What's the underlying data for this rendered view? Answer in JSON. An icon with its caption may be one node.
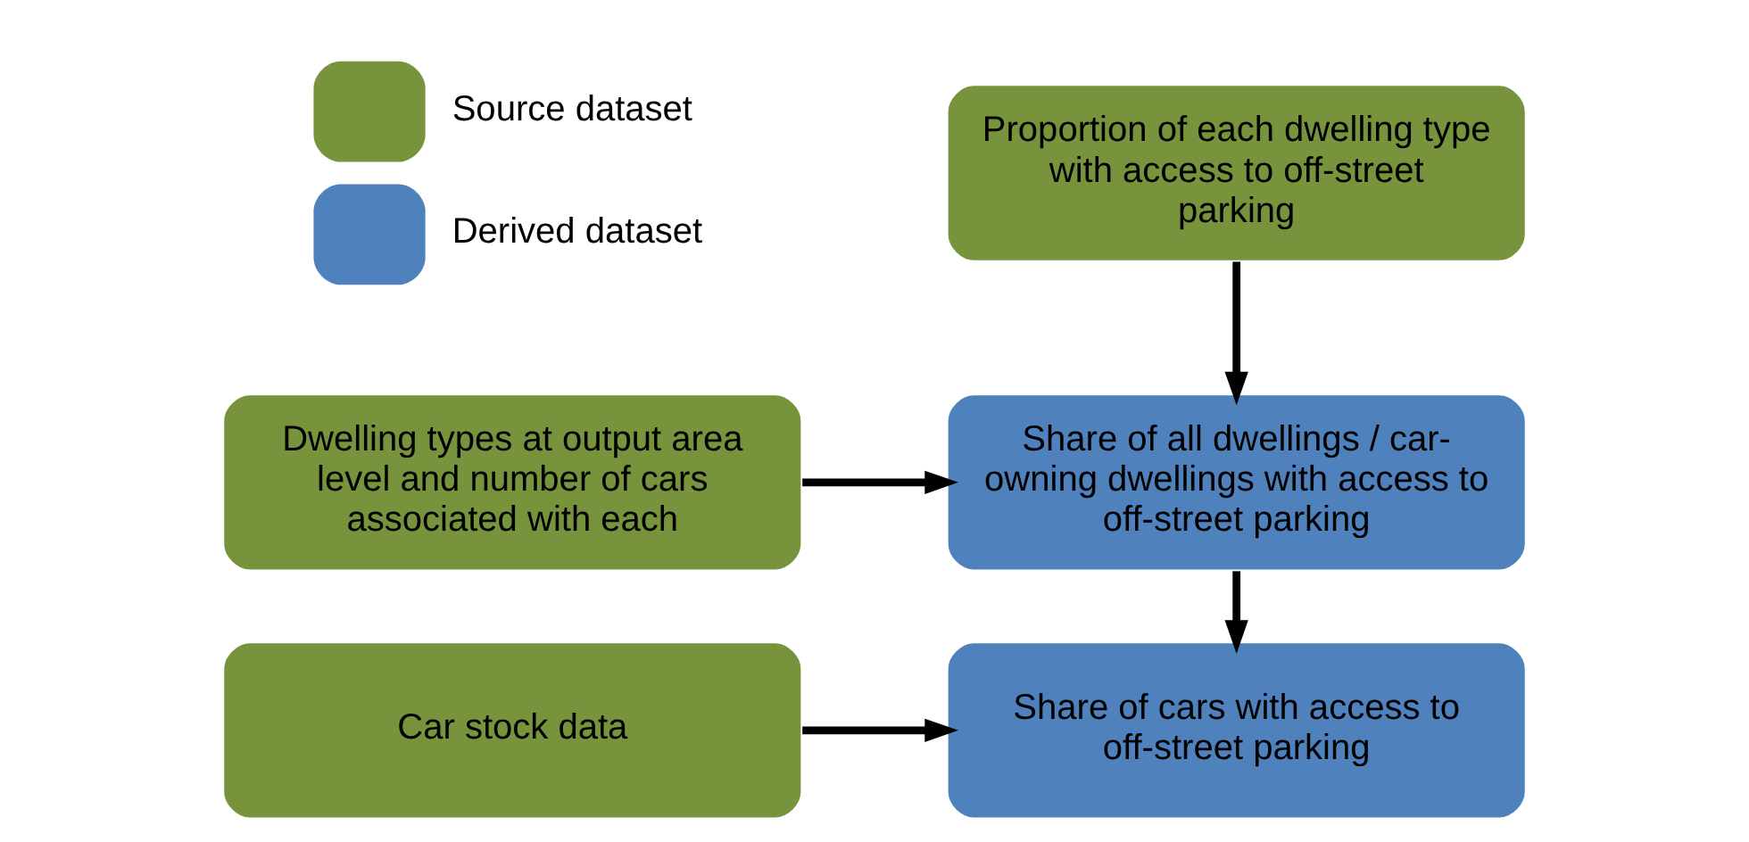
{
  "diagram": {
    "nodes": [
      {
        "text": [
          "Proportion of each dwelling type with access to off-street parking"
        ]
      },
      {
        "text": [
          "Dwelling types at output area level and number of cars associated with each"
        ]
      },
      {
        "text": [
          "Share of all dwellings / car-owning dwellings with access to off-street parking"
        ]
      },
      {
        "text": [
          "Car stock data"
        ]
      },
      {
        "text": [
          "Share of cars with access to off-street parking"
        ]
      }
    ],
    "edges": [
      {
        "from": 0,
        "to": 2,
        "arrow": "to"
      },
      {
        "from": 1,
        "to": 2,
        "arrow": "to"
      },
      {
        "from": 2,
        "to": 4,
        "arrow": "to"
      },
      {
        "from": 3,
        "to": 4,
        "arrow": "to"
      }
    ],
    "legend": [
      {
        "text": "Source dataset",
        "color": "#77933c"
      },
      {
        "text": "Derived dataset",
        "color": "#4f81bd"
      }
    ]
  }
}
